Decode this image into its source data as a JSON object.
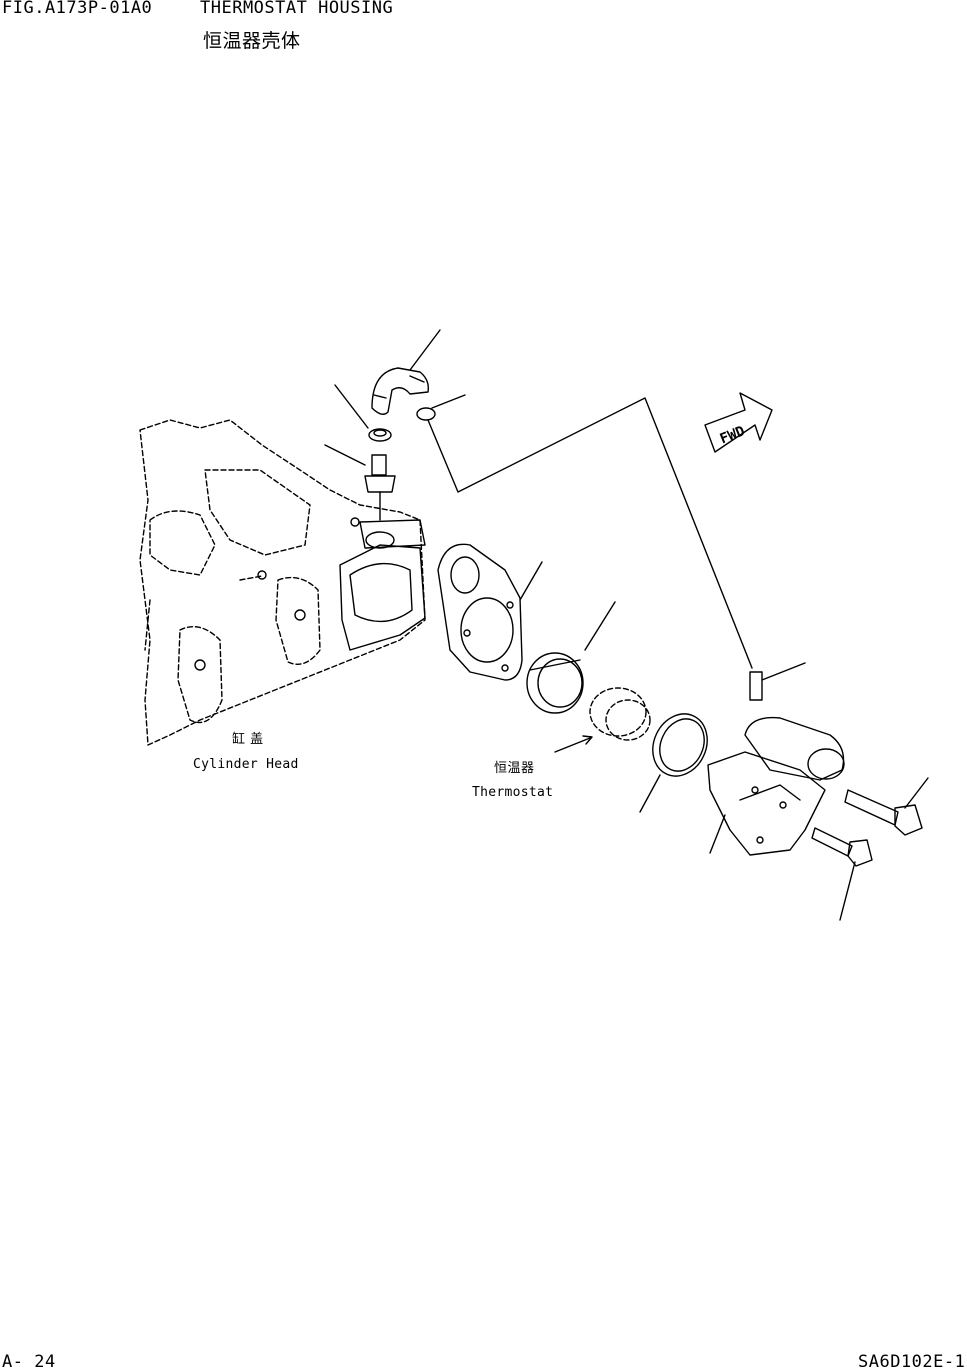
{
  "header": {
    "figure_code": "FIG.A173P-01A0",
    "title": "THERMOSTAT HOUSING",
    "subtitle": "恒温器壳体"
  },
  "labels": {
    "cylinder_head_cn": "缸 盖",
    "cylinder_head_en": "Cylinder Head",
    "thermostat_cn": "恒温器",
    "thermostat_en": "Thermostat",
    "direction_arrow": "FWD"
  },
  "footer": {
    "page_number": "A- 24",
    "document_code": "SA6D102E-1"
  }
}
